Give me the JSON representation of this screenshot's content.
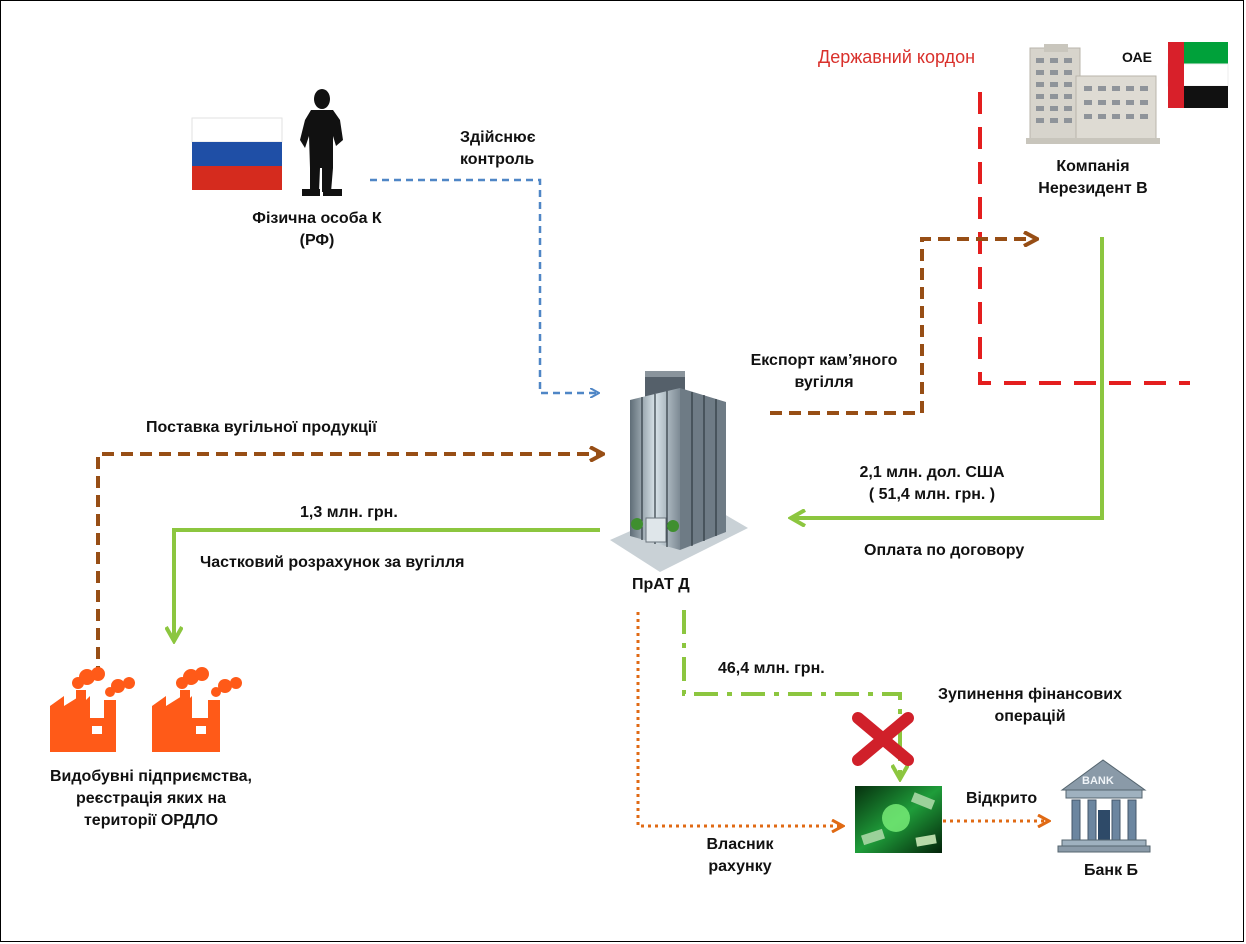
{
  "colors": {
    "control_line": "#4f86c6",
    "export_line": "#974e15",
    "payment_line": "#8cc63f",
    "account_line": "#e06a14",
    "border_line": "#e41e1e",
    "factory": "#ff5a18",
    "cross": "#d0202a"
  },
  "icons": {
    "russia_flag": "russia-flag-icon",
    "person": "person-silhouette-icon",
    "uae_flag": "uae-flag-icon",
    "office_building": "office-building-icon",
    "skyscraper": "skyscraper-icon",
    "factory": "factory-icon",
    "cross": "cross-icon",
    "money": "money-icon",
    "bank": "bank-icon"
  },
  "nodes": {
    "person_k": "Фізична особа К\n(РФ)",
    "company_b": "Компанія\nНерезидент В",
    "uae": "ОАЕ",
    "prat_d": "ПрАТ Д",
    "mining": "Видобувні підприємства,\nреєстрація яких на\nтериторії ОРДЛО",
    "bank_b": "Банк Б",
    "bank_sign": "BANK"
  },
  "edges": {
    "control": "Здійснює\nконтроль",
    "export": "Експорт кам’яного\nвугілля",
    "supply": "Поставка вугільної продукції",
    "partial_amount": "1,3 млн. грн.",
    "partial_payment": "Частковий розрахунок за вугілля",
    "usd_amount": "2,1 млн. дол. США\n( 51,4 млн. грн. )",
    "contract_payment": "Оплата по договору",
    "blocked_amount": "46,4 млн. грн.",
    "suspension": "Зупинення фінансових\nоперацій",
    "opened": "Відкрито",
    "account_owner": "Власник\nрахунку"
  },
  "border": {
    "label": "Державний  кордон"
  }
}
